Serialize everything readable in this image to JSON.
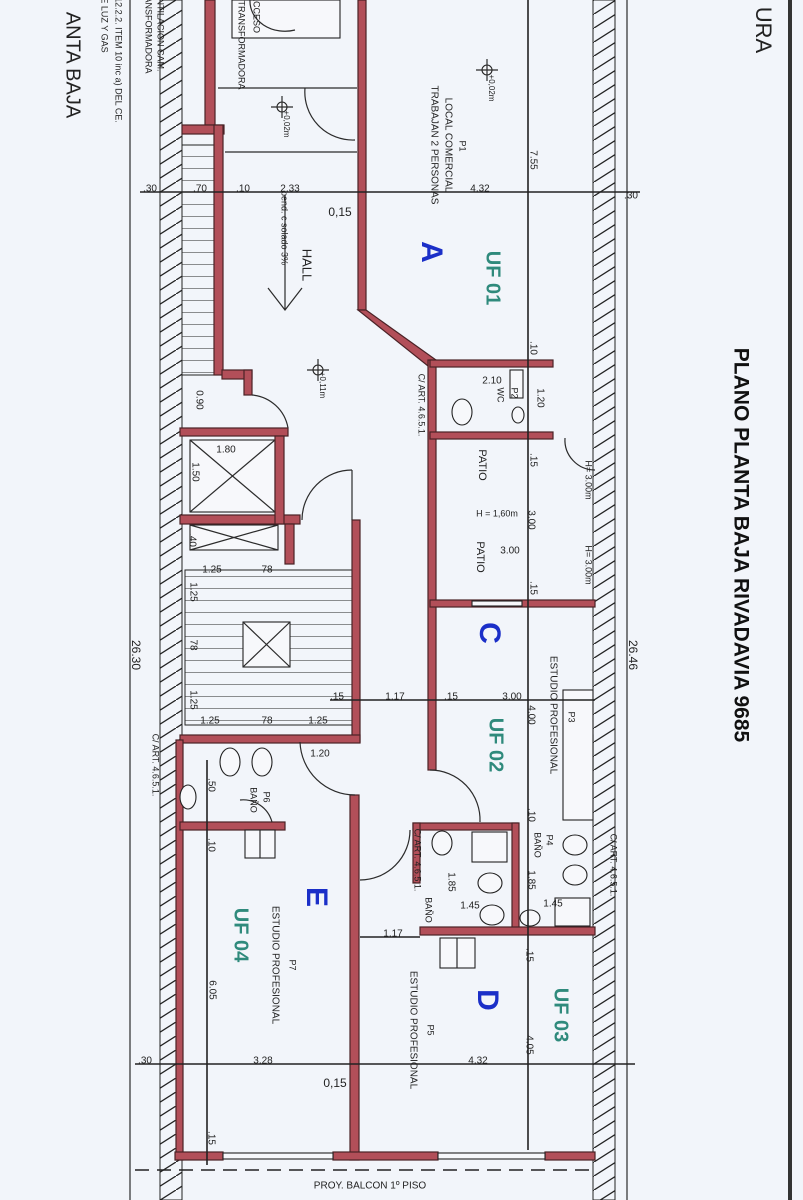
{
  "title": "PLANO  PLANTA BAJA RIVADAVIA 9685",
  "header_fragment": "URA",
  "side_title": "ANTA BAJA",
  "notes": {
    "note_1": "12.2.2. ITEM 10 inc a) DEL CE.",
    "note_2": "E LUZ Y GAS",
    "ventilation_1": "NTILACION CAM.",
    "ventilation_2": "ANSFORMADORA",
    "access_1": "ACCESO",
    "access_2": "TRANSFORMADORA"
  },
  "levels": {
    "lvl_1": "+0,02m",
    "lvl_2": "+0,02m",
    "lvl_3": "+0,11m"
  },
  "units": {
    "uf01": {
      "letter": "A",
      "label": "UF 01",
      "use_1": "LOCAL COMERCIAL",
      "use_2": "TRABAJAN 2 PERSONAS",
      "tag": "P1"
    },
    "uf02": {
      "letter": "C",
      "label": "UF 02",
      "use": "ESTUDIO PROFESIONAL",
      "tag": "P3"
    },
    "uf03": {
      "letter": "D",
      "label": "UF 03",
      "use": "ESTUDIO PROFESIONAL",
      "tag": "P5"
    },
    "uf04": {
      "letter": "E",
      "label": "UF 04",
      "use": "ESTUDIO PROFESIONAL",
      "tag": "P7"
    }
  },
  "rooms": {
    "hall": "HALL",
    "hall_note": "pend. c solado 3%",
    "patio_1": "PATIO",
    "patio_2": "PATIO",
    "patio_h": "H = 1,60m",
    "h_1": "H= 3.00m",
    "h_2": "H= 3.00m",
    "wc": "WC",
    "wc_tag": "P2",
    "bano_1": "BAÑO",
    "bano_1_tag": "P6",
    "bano_2": "BAÑO",
    "bano_2_tag": "P4",
    "bano_3": "BAÑO",
    "balcony": "PROY. BALCON 1º PISO"
  },
  "code_refs": {
    "ref_1": "C/ ART. 4.6.5.1.",
    "ref_2": "C/ ART. 4.6.5.1.",
    "ref_3": "C/ ART. 4.6.5.1.",
    "ref_4": "C/ ART. 4.6.5.1."
  },
  "dimensions": {
    "top_30a": ".30",
    "top_70": ".70",
    "top_10": ".10",
    "top_233": "2.33",
    "top_432": "4.32",
    "top_30b": ".30",
    "top_015": "0,15",
    "d_755": "7.55",
    "d_210": "2.10",
    "d_120a": "1.20",
    "d_10a": ".10",
    "d_090": "0.90",
    "d_180": "1.80",
    "d_150": "1.50",
    "d_40": ".40",
    "d_15a": ".15",
    "d_300a": "3.00",
    "d_300b": "3.00",
    "d_15b": ".15",
    "s_125a": "1.25",
    "s_78a": "78",
    "s_125b": "1.25",
    "s_78b": "78",
    "s_125c": "1.25",
    "s_125d": "1.25",
    "s_78c": "78",
    "s_125e": "1.25",
    "m_15a": ".15",
    "m_117": "1.17",
    "m_15b": ".15",
    "m_300": "3.00",
    "total_left": "26.30",
    "total_right": "26.46",
    "d_400": "4.00",
    "d_120b": "1.20",
    "d_50": ".50",
    "d_10b": ".10",
    "d_10c": ".10",
    "d_185a": "1.85",
    "d_185b": "1.85",
    "d_145a": "1.45",
    "d_145b": "1.45",
    "d_117b": "1.17",
    "d_15c": ".15",
    "d_405": "4.05",
    "d_605": "6.05",
    "bot_30a": ".30",
    "bot_328": "3.28",
    "bot_432": "4.32",
    "bot_015": "0,15",
    "bot_15": ".15"
  },
  "colors": {
    "wall": "#b24f59",
    "letter": "#1b2fc8",
    "unit": "#2f8a7c",
    "paper": "#f2f5fa"
  }
}
